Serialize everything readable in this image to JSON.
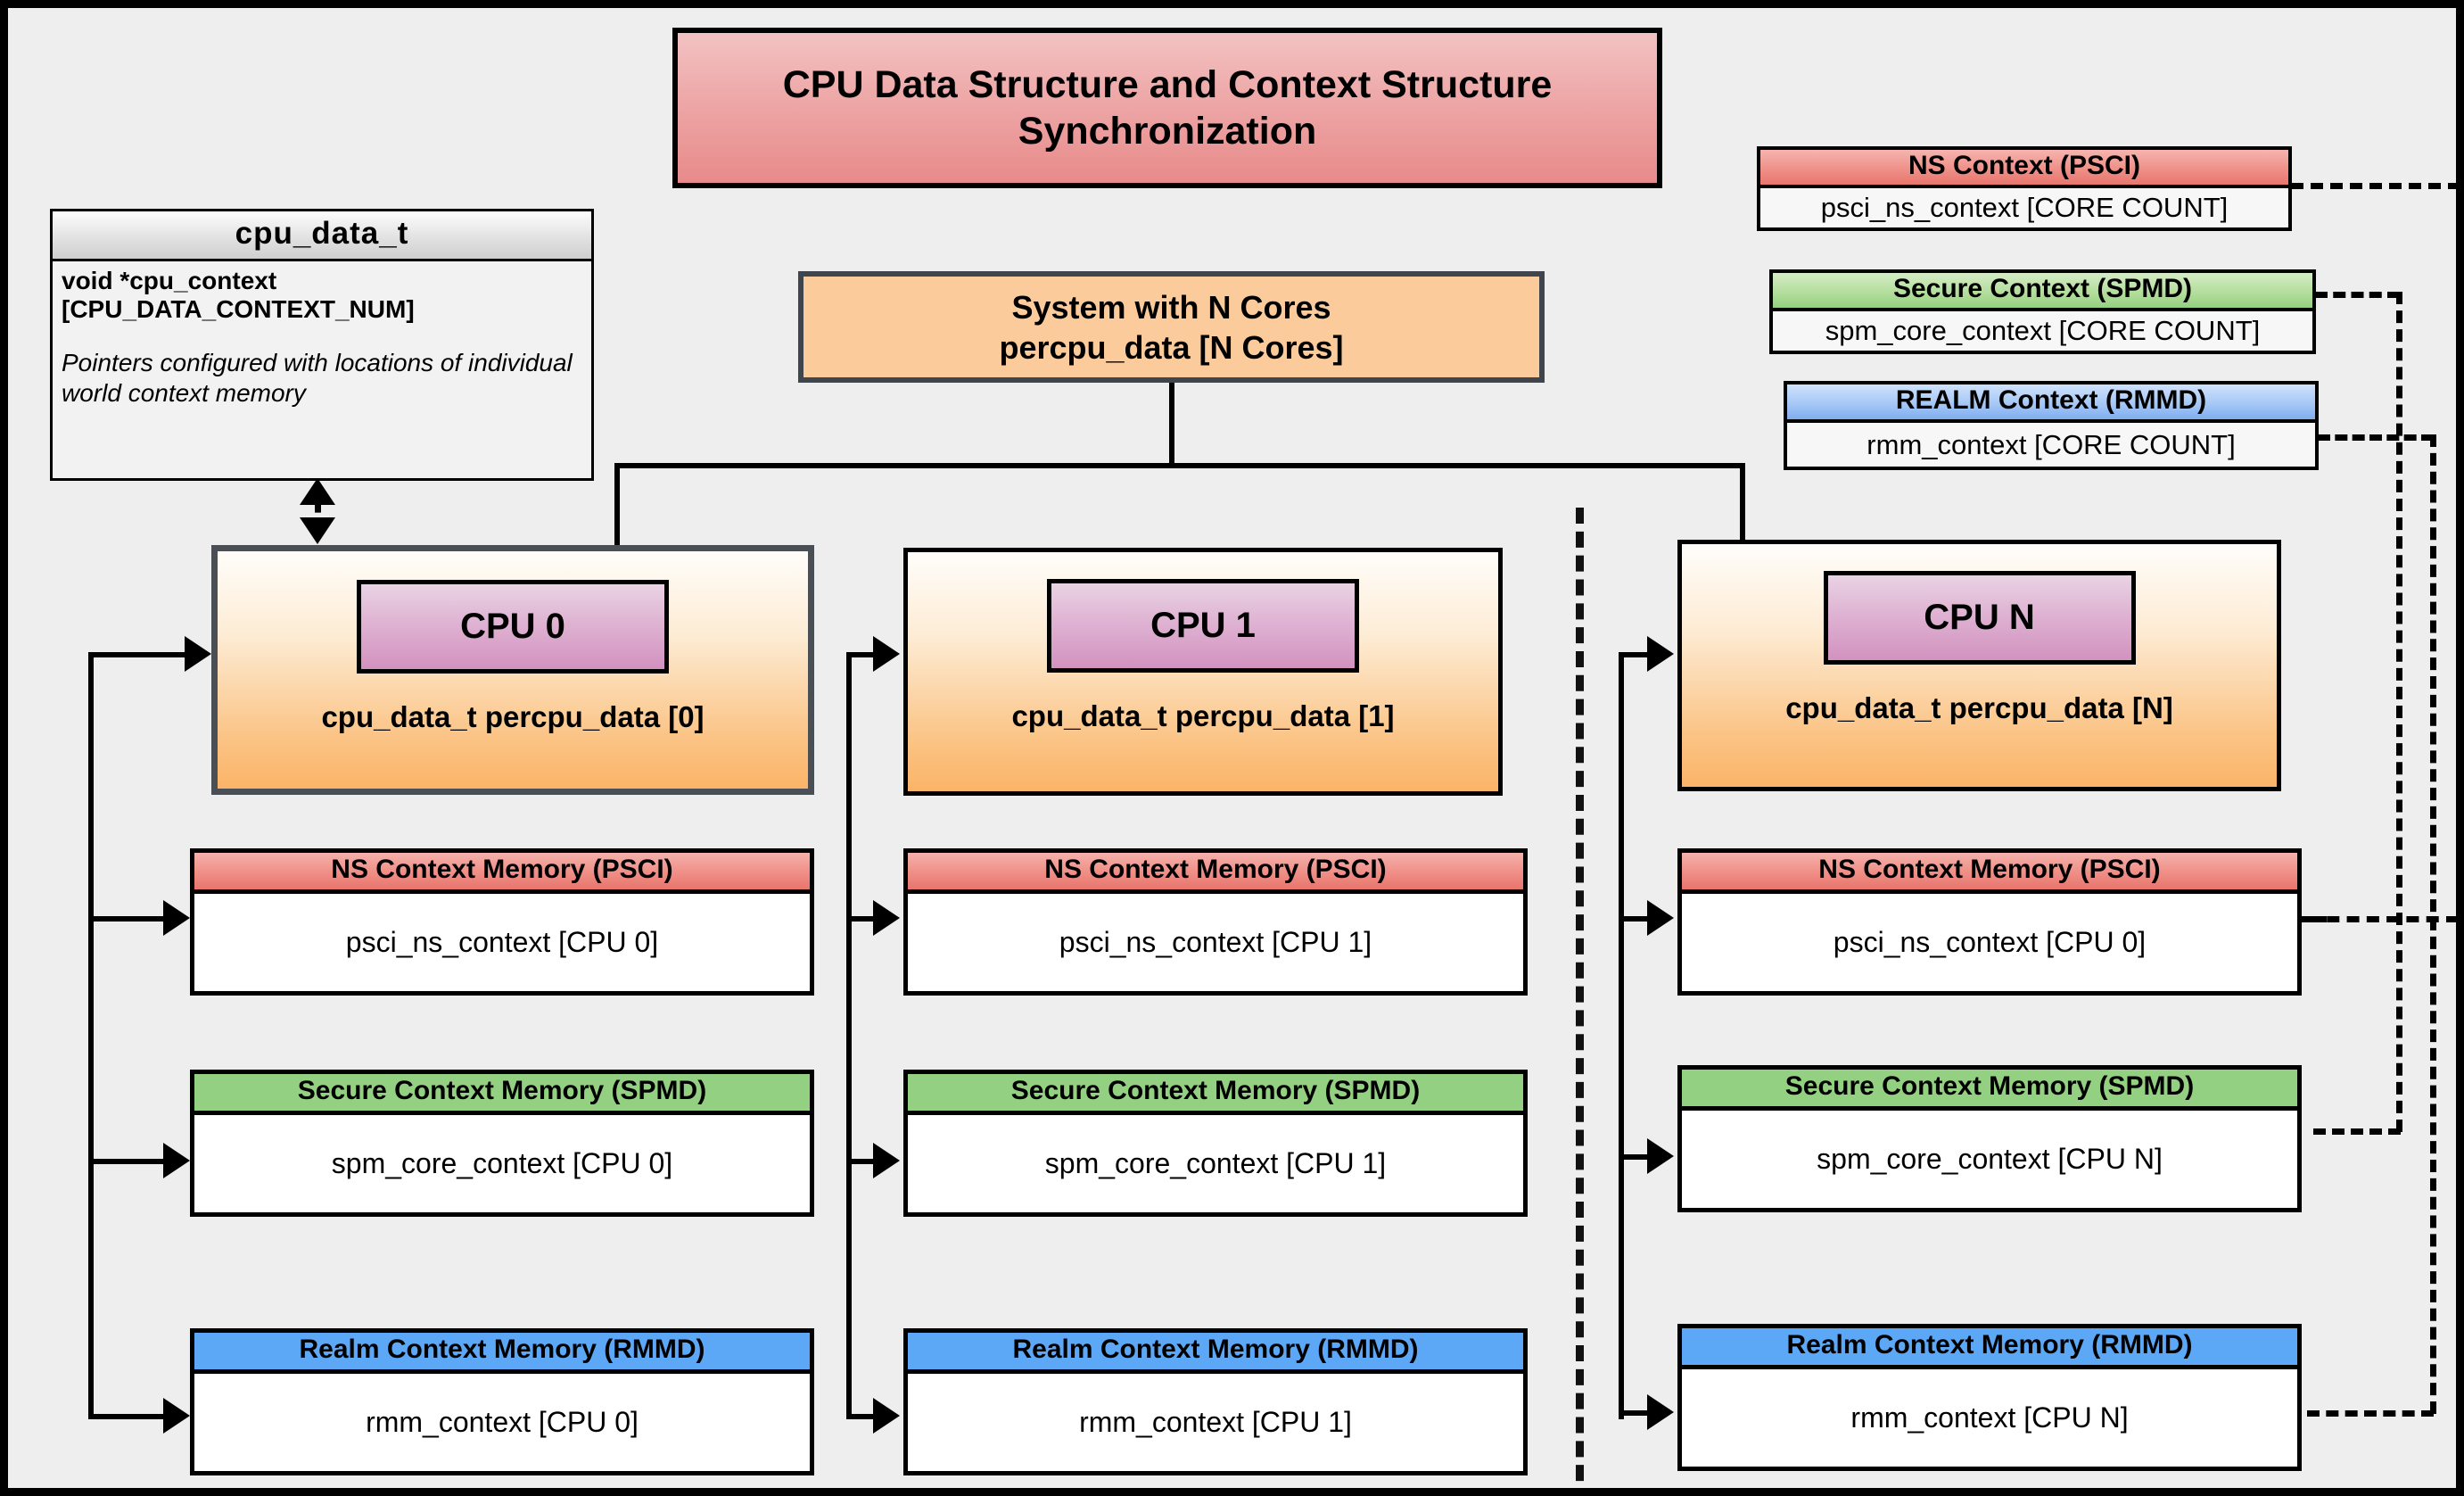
{
  "diagram": {
    "title": "CPU Data Structure and Context Structure Synchronization",
    "system_box": {
      "line1": "System with N Cores",
      "line2": "percpu_data [N Cores]"
    },
    "struct_card": {
      "header": "cpu_data_t",
      "field": "void  *cpu_context [CPU_DATA_CONTEXT_NUM]",
      "note": "Pointers configured with locations of individual world context memory"
    },
    "legend": [
      {
        "header": "NS Context  (PSCI)",
        "body": "psci_ns_context [CORE COUNT]",
        "color": "#e8766d"
      },
      {
        "header": "Secure Context (SPMD)",
        "body": "spm_core_context [CORE COUNT]",
        "color": "#93d081"
      },
      {
        "header": "REALM Context (RMMD)",
        "body": "rmm_context [CORE COUNT]",
        "color": "#7faeee"
      }
    ],
    "cpus": [
      {
        "chip_label": "CPU 0",
        "caption": "cpu_data_t percpu_data [0]",
        "memories": [
          {
            "header": "NS Context Memory (PSCI)",
            "body": "psci_ns_context [CPU 0]",
            "kind": "ns"
          },
          {
            "header": "Secure Context Memory (SPMD)",
            "body": "spm_core_context [CPU 0]",
            "kind": "secure"
          },
          {
            "header": "Realm Context Memory (RMMD)",
            "body": "rmm_context [CPU 0]",
            "kind": "realm"
          }
        ]
      },
      {
        "chip_label": "CPU 1",
        "caption": "cpu_data_t percpu_data [1]",
        "memories": [
          {
            "header": "NS Context Memory (PSCI)",
            "body": "psci_ns_context [CPU 1]",
            "kind": "ns"
          },
          {
            "header": "Secure Context Memory (SPMD)",
            "body": "spm_core_context [CPU 1]",
            "kind": "secure"
          },
          {
            "header": "Realm Context Memory (RMMD)",
            "body": "rmm_context [CPU 1]",
            "kind": "realm"
          }
        ]
      },
      {
        "chip_label": "CPU N",
        "caption": "cpu_data_t percpu_data [N]",
        "memories": [
          {
            "header": "NS Context Memory (PSCI)",
            "body": "psci_ns_context [CPU 0]",
            "kind": "ns"
          },
          {
            "header": "Secure Context Memory (SPMD)",
            "body": "spm_core_context [CPU N]",
            "kind": "secure"
          },
          {
            "header": "Realm Context Memory (RMMD)",
            "body": "rmm_context [CPU N]",
            "kind": "realm"
          }
        ]
      }
    ],
    "colors": {
      "background": "#eeeeee",
      "accent_ns": "#e8766d",
      "accent_secure": "#93d081",
      "accent_realm": "#5ca8f7",
      "accent_cpu": "#fbb468",
      "accent_chip": "#d292bf",
      "title_bg": "#e88a8a"
    }
  }
}
